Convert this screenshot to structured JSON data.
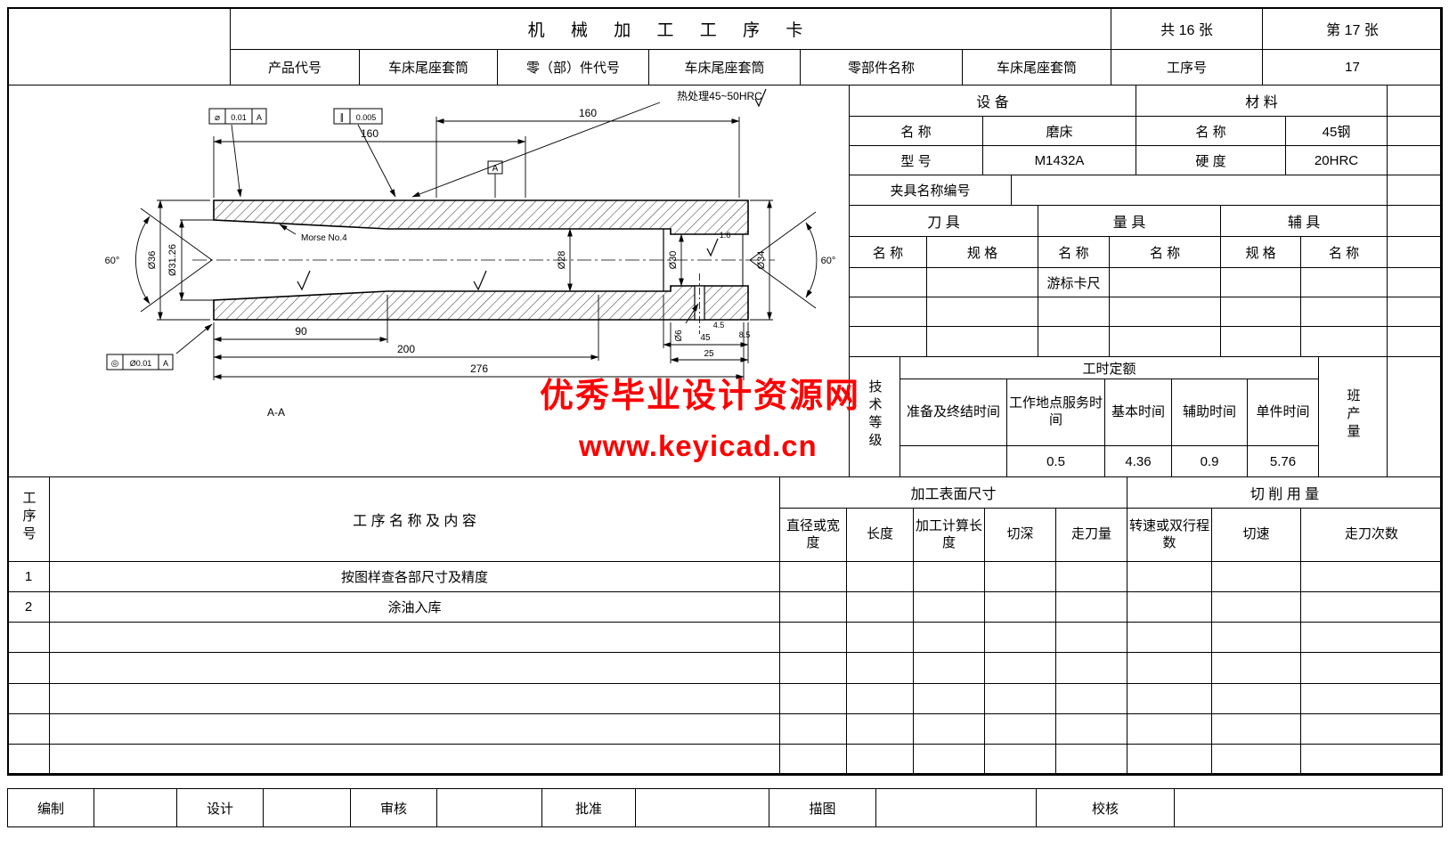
{
  "header": {
    "title": "机 械 加 工 工 序 卡",
    "total_sheets": "共 16 张",
    "sheet_number": "第 17 张",
    "fields": [
      {
        "label": "产品代号",
        "value": "车床尾座套筒"
      },
      {
        "label": "零（部）件代号",
        "value": "车床尾座套筒"
      },
      {
        "label": "零部件名称",
        "value": "车床尾座套筒"
      },
      {
        "label": "工序号",
        "value": "17"
      }
    ]
  },
  "equipment": {
    "device_title": "设    备",
    "material_title": "材    料",
    "name_label": "名 称",
    "name_value": "磨床",
    "model_label": "型 号",
    "model_value": "M1432A",
    "mat_name_label": "名 称",
    "mat_name_value": "45钢",
    "hardness_label": "硬 度",
    "hardness_value": "20HRC",
    "fixture_label": "夹具名称编号"
  },
  "tools": {
    "cutter_title": "刀  具",
    "gauge_title": "量  具",
    "aux_title": "辅  具",
    "col_headers": [
      "名 称",
      "规 格",
      "名 称",
      "名 称",
      "规 格",
      "名 称"
    ],
    "rows": [
      [
        "",
        "",
        "游标卡尺",
        "",
        "",
        ""
      ],
      [
        "",
        "",
        "",
        "",
        "",
        ""
      ],
      [
        "",
        "",
        "",
        "",
        "",
        ""
      ]
    ]
  },
  "quota": {
    "tech_level": "技术等级",
    "title": "工时定额",
    "columns": [
      "准备及终结时间",
      "工作地点服务时间",
      "基本时间",
      "辅助时间",
      "单件时间"
    ],
    "values": [
      "",
      "0.5",
      "4.36",
      "0.9",
      "5.76"
    ],
    "shift_output": "班产量"
  },
  "process": {
    "no_header": "工序号",
    "content_header": "工 序 名 称 及 内 容",
    "surface_title": "加工表面尺寸",
    "cutting_title": "切 削 用 量",
    "columns": [
      "直径或宽度",
      "长度",
      "加工计算长度",
      "切深",
      "走刀量",
      "转速或双行程数",
      "切速",
      "走刀次数"
    ],
    "rows": [
      {
        "no": "1",
        "content": "按图样查各部尺寸及精度"
      },
      {
        "no": "2",
        "content": "涂油入库"
      },
      {
        "no": "",
        "content": ""
      },
      {
        "no": "",
        "content": ""
      },
      {
        "no": "",
        "content": ""
      },
      {
        "no": "",
        "content": ""
      },
      {
        "no": "",
        "content": ""
      }
    ]
  },
  "footer": {
    "labels": [
      "编制",
      "设计",
      "审核",
      "批准",
      "描图",
      "校核"
    ]
  },
  "drawing": {
    "heat_treatment": "热处理45~50HRC",
    "dim_160_right": "160",
    "dim_160_left": "160",
    "dim_90": "90",
    "dim_200": "200",
    "dim_276": "276",
    "dim_45": "45",
    "dim_25": "25",
    "dim_4_5": "4.5",
    "dim_8_5": "8.5",
    "dia_outer_left": "Ø36",
    "dia_taper_large": "Ø31.26",
    "dia_bore": "Ø28",
    "dia_bore_right": "Ø30",
    "dia_outer_right": "Ø34",
    "dia_cross_hole": "Ø6",
    "angle_left": "60°",
    "angle_right": "60°",
    "morse_taper": "Morse No.4",
    "roughness": "1.6",
    "datum": "A",
    "section_label": "A-A",
    "tol_frame1": {
      "sym": "⌀",
      "val": "0.01",
      "datum": "A"
    },
    "tol_frame2": {
      "sym": "∥",
      "val": "0.005"
    },
    "tol_frame3": {
      "sym": "◎",
      "val": "Ø0.01",
      "datum": "A"
    }
  },
  "watermark": {
    "line1": "优秀毕业设计资源网",
    "line2": "www.keyicad.cn",
    "color": "#ff0000"
  }
}
